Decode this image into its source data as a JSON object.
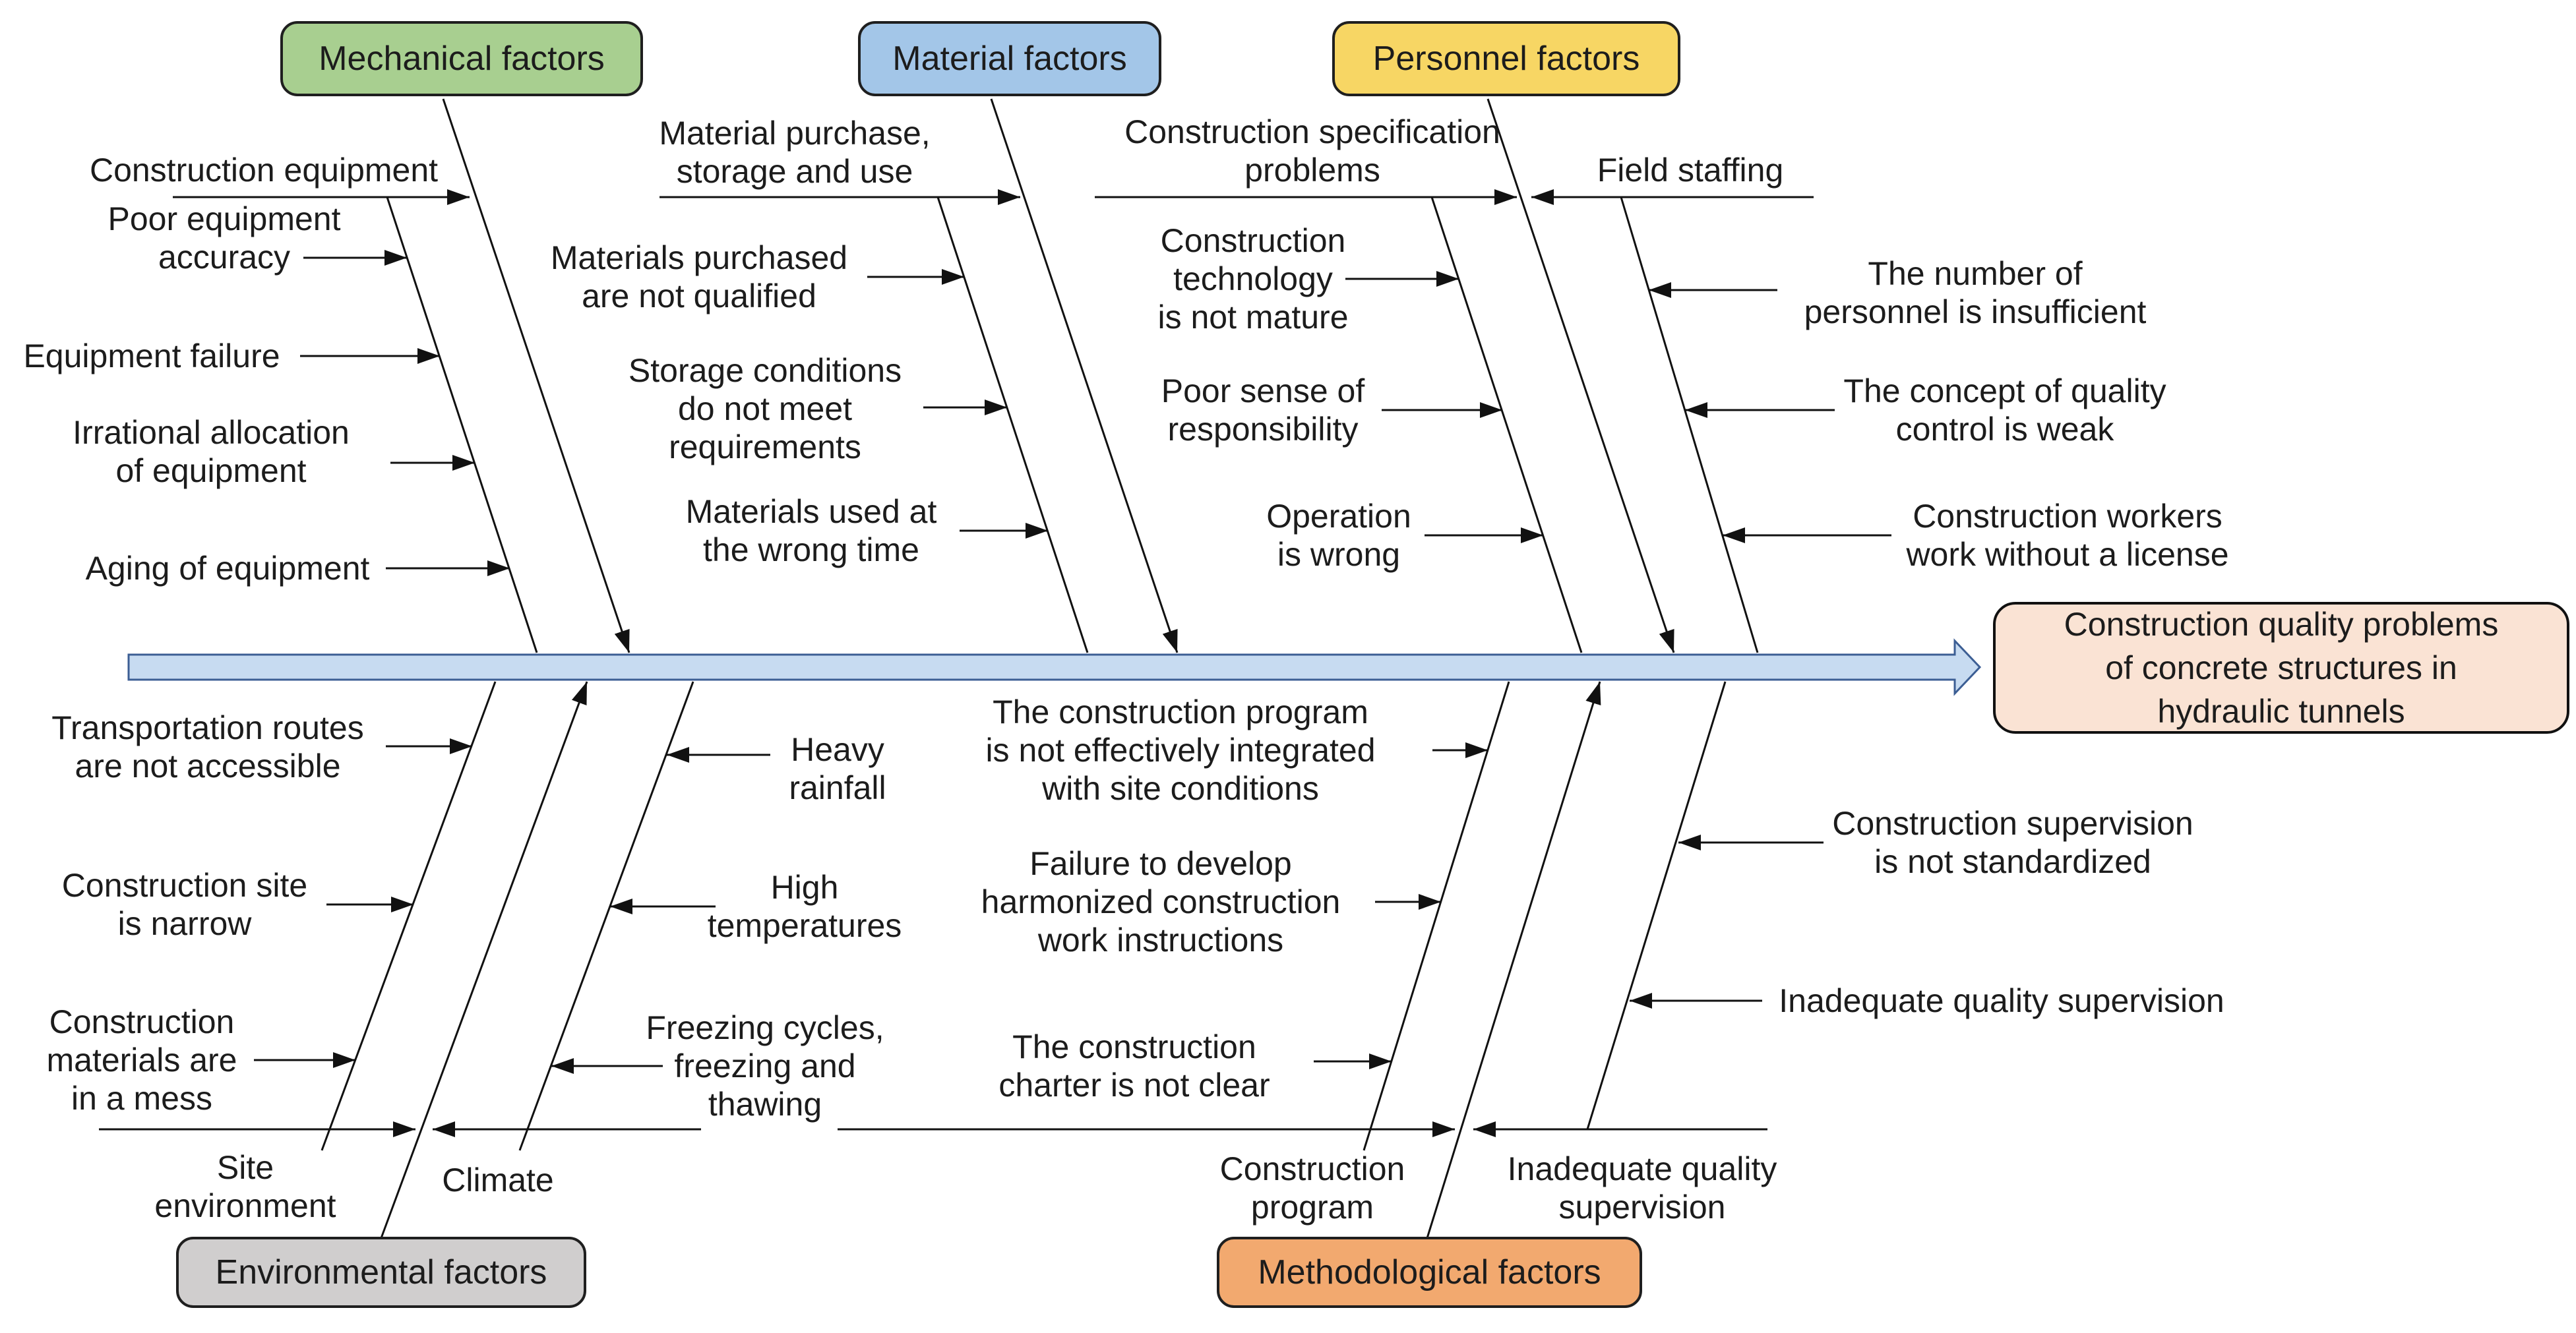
{
  "diagram_type": "fishbone",
  "effect": {
    "label": "Construction quality problems\nof concrete structures in\nhydraulic tunnels",
    "fill": "#FAE3D4"
  },
  "spine": {
    "fill": "#C7DBF1",
    "stroke": "#3C5E94"
  },
  "line_color": "#111111",
  "categories": [
    {
      "id": "mechanical",
      "label": "Mechanical factors",
      "fill": "#A8CF90",
      "position": "top",
      "branches": [
        {
          "label": "Construction equipment",
          "side": "left",
          "causes": [
            "Poor equipment\naccuracy",
            "Equipment failure",
            "Irrational allocation\nof equipment",
            "Aging of equipment"
          ]
        }
      ]
    },
    {
      "id": "material",
      "label": "Material factors",
      "fill": "#A3C6E8",
      "position": "top",
      "branches": [
        {
          "label": "Material purchase,\nstorage and use",
          "side": "left",
          "causes": [
            "Materials purchased\nare not qualified",
            "Storage conditions\ndo not meet\nrequirements",
            "Materials used at\nthe wrong time"
          ]
        }
      ]
    },
    {
      "id": "personnel",
      "label": "Personnel factors",
      "fill": "#F7D664",
      "position": "top",
      "branches": [
        {
          "label": "Construction specification\nproblems",
          "side": "left",
          "causes": [
            "Construction\ntechnology\nis not mature",
            "Poor sense of\nresponsibility",
            "Operation\nis wrong"
          ]
        },
        {
          "label": "Field staffing",
          "side": "right",
          "causes": [
            "The number of\npersonnel is insufficient",
            "The concept of quality\ncontrol is weak",
            "Construction workers\nwork without a license"
          ]
        }
      ]
    },
    {
      "id": "environmental",
      "label": "Environmental factors",
      "fill": "#D0CECE",
      "position": "bottom",
      "branches": [
        {
          "label": "Site\nenvironment",
          "side": "left",
          "causes": [
            "Transportation routes\nare not accessible",
            "Construction site\nis narrow",
            "Construction\nmaterials are\nin a mess"
          ]
        },
        {
          "label": "Climate",
          "side": "right",
          "causes": [
            "Heavy\nrainfall",
            "High\ntemperatures",
            "Freezing cycles,\nfreezing and\nthawing"
          ]
        }
      ]
    },
    {
      "id": "methodological",
      "label": "Methodological factors",
      "fill": "#F2A96F",
      "position": "bottom",
      "branches": [
        {
          "label": "Construction\nprogram",
          "side": "left",
          "causes": [
            "The construction program\nis not effectively integrated\nwith site conditions",
            "Failure to develop\nharmonized construction\nwork instructions",
            "The construction\ncharter is not clear"
          ]
        },
        {
          "label": "Inadequate quality\nsupervision",
          "side": "right",
          "causes": [
            "Construction supervision\nis not standardized",
            "Inadequate quality supervision"
          ]
        }
      ]
    }
  ]
}
